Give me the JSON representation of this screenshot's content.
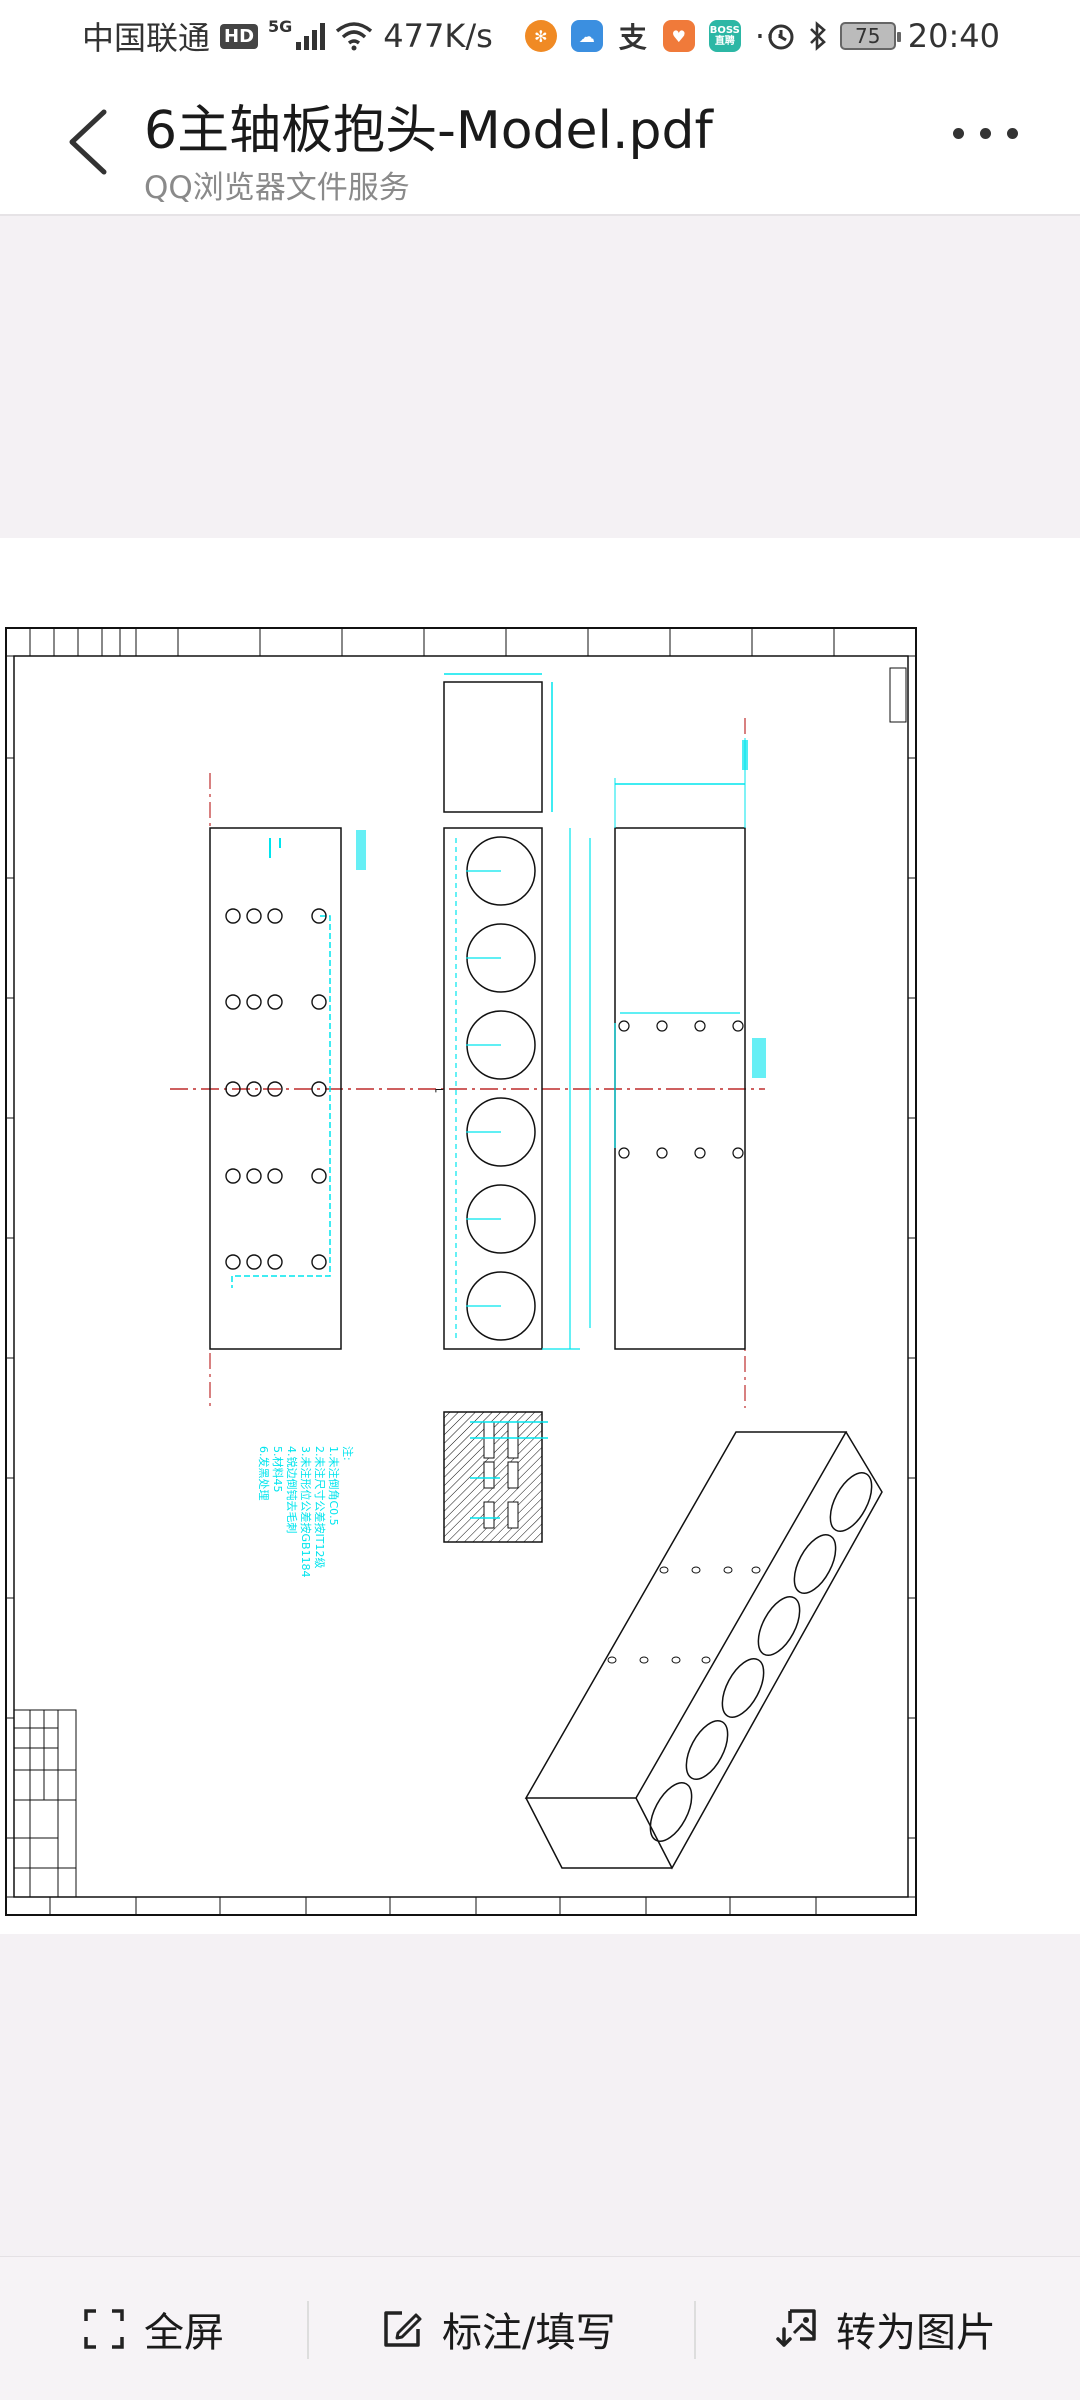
{
  "status_bar": {
    "carrier": "中国联通",
    "hd_badge": "HD",
    "network": "5G",
    "speed": "477K/s",
    "app_icons": [
      "settings-orange-icon",
      "cloud-blue-icon",
      "alipay-icon",
      "health-icon",
      "boss-zhipin-icon"
    ],
    "boss_label": "BOSS 直聘",
    "more": "···",
    "battery": "75",
    "time": "20:40"
  },
  "header": {
    "title": "6主轴板抱头-Model.pdf",
    "subtitle": "QQ浏览器文件服务",
    "back_icon": "chevron-left-icon",
    "more_icon": "more-dots-icon"
  },
  "drawing": {
    "notes_title": "注:",
    "notes": [
      "1.未注倒角C0.5",
      "2.未注尺寸公差按IT12级",
      "3.未注形位公差按GB1184",
      "4.锐边倒钝去毛刺",
      "5.材料45",
      "6.发黑处理"
    ]
  },
  "bottom_bar": {
    "fullscreen_label": "全屏",
    "annotate_label": "标注/填写",
    "to_image_label": "转为图片"
  },
  "colors": {
    "accent_cyan": "#00e5ee",
    "drawing_line": "#111111",
    "centerline_red": "#b00000",
    "background": "#f4f1f4"
  }
}
